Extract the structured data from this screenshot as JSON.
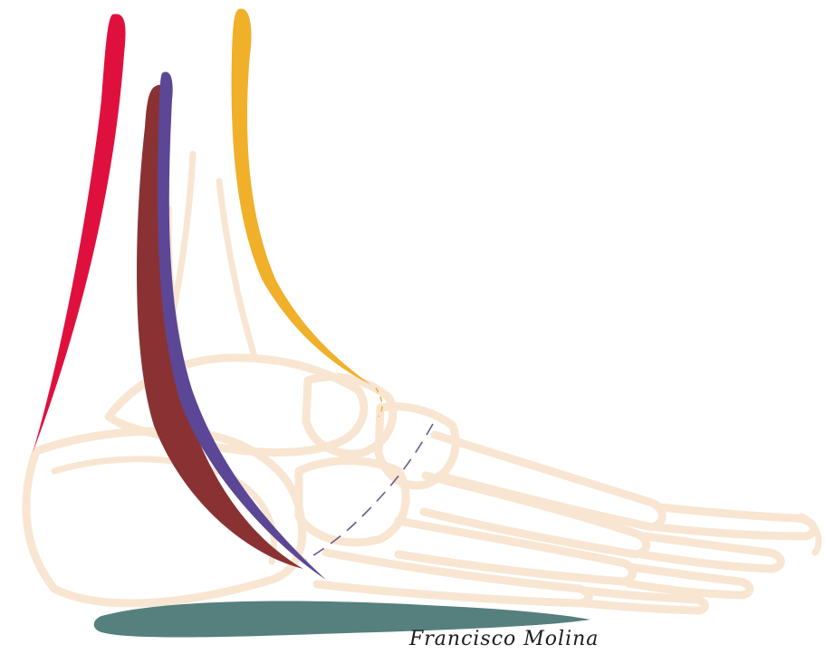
{
  "signature": {
    "text": "Francisco Molina"
  },
  "colors": {
    "background": "#ffffff",
    "bone": "#f8e6d2",
    "tendon_red": "#e0103e",
    "tendon_yellow": "#f0b02a",
    "tendon_maroon": "#8a3233",
    "tendon_purple": "#5c4796",
    "plantar_fascia": "#56807d",
    "dashed_line": "#6a5a8a",
    "signature_ink": "#1c1c1c"
  },
  "structures": [
    {
      "id": "tendon-red",
      "color_key": "tendon_red"
    },
    {
      "id": "tendon-yellow",
      "color_key": "tendon_yellow"
    },
    {
      "id": "tendon-maroon",
      "color_key": "tendon_maroon"
    },
    {
      "id": "tendon-purple",
      "color_key": "tendon_purple"
    },
    {
      "id": "plantar-fascia",
      "color_key": "plantar_fascia"
    }
  ]
}
